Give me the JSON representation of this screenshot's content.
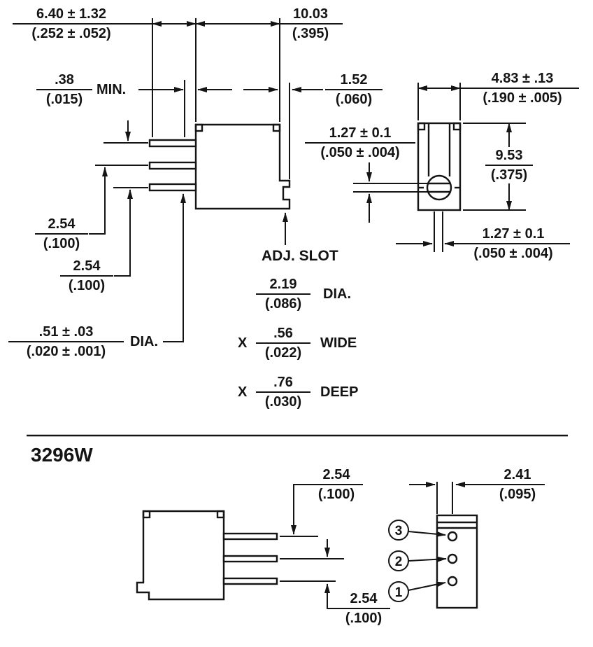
{
  "colors": {
    "ink": "#141414",
    "bg": "#ffffff"
  },
  "top_drawing": {
    "dims": {
      "lead_length": {
        "mm": "6.40 ± 1.32",
        "inch": "(.252 ± .052)"
      },
      "body_width": {
        "mm": "10.03",
        "inch": "(.395)"
      },
      "standoff": {
        "mm": ".38",
        "inch": "(.015)",
        "note": "MIN."
      },
      "boss_width": {
        "mm": "1.52",
        "inch": "(.060)"
      },
      "end_width": {
        "mm": "4.83 ± .13",
        "inch": "(.190 ± .005)"
      },
      "slot_width": {
        "mm": "1.27 ± 0.1",
        "inch": "(.050 ± .004)"
      },
      "body_height": {
        "mm": "9.53",
        "inch": "(.375)"
      },
      "pin_pitch_a": {
        "mm": "2.54",
        "inch": "(.100)"
      },
      "pin_pitch_b": {
        "mm": "2.54",
        "inch": "(.100)"
      },
      "slot_width_bottom": {
        "mm": "1.27 ± 0.1",
        "inch": "(.050 ± .004)"
      },
      "lead_dia": {
        "mm": ".51 ± .03",
        "inch": "(.020 ± .001)",
        "note": "DIA."
      }
    },
    "adj_slot": {
      "label": "ADJ. SLOT",
      "dia": {
        "mm": "2.19",
        "inch": "(.086)",
        "note": "DIA."
      },
      "wide": {
        "prefix": "X",
        "mm": ".56",
        "inch": "(.022)",
        "note": "WIDE"
      },
      "deep": {
        "prefix": "X",
        "mm": ".76",
        "inch": "(.030)",
        "note": "DEEP"
      }
    }
  },
  "bottom_drawing": {
    "heading": "3296W",
    "dims": {
      "pitch_top": {
        "mm": "2.54",
        "inch": "(.100)"
      },
      "pin_offset": {
        "mm": "2.41",
        "inch": "(.095)"
      },
      "pitch_bottom": {
        "mm": "2.54",
        "inch": "(.100)"
      }
    },
    "pins": [
      "3",
      "2",
      "1"
    ]
  }
}
